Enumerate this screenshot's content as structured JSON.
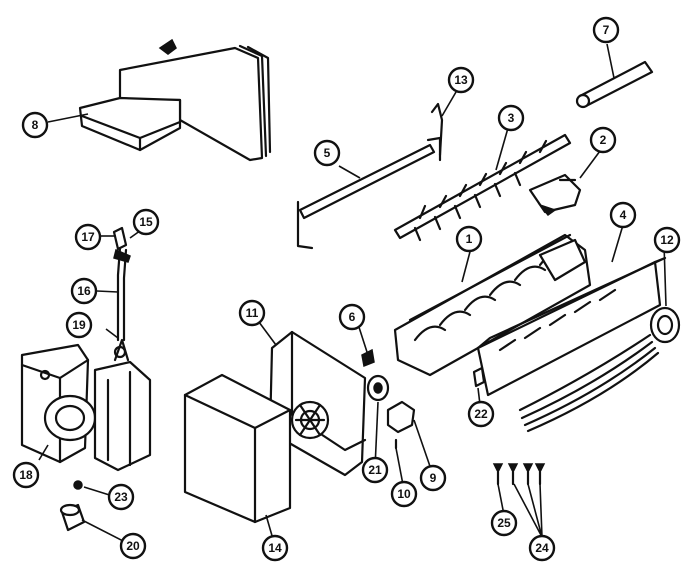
{
  "callouts": [
    {
      "id": "c8",
      "label": "8"
    },
    {
      "id": "c7",
      "label": "7"
    },
    {
      "id": "c13",
      "label": "13"
    },
    {
      "id": "c5",
      "label": "5"
    },
    {
      "id": "c3",
      "label": "3"
    },
    {
      "id": "c2",
      "label": "2"
    },
    {
      "id": "c17",
      "label": "17"
    },
    {
      "id": "c15",
      "label": "15"
    },
    {
      "id": "c1",
      "label": "1"
    },
    {
      "id": "c4",
      "label": "4"
    },
    {
      "id": "c12",
      "label": "12"
    },
    {
      "id": "c16",
      "label": "16"
    },
    {
      "id": "c11",
      "label": "11"
    },
    {
      "id": "c6",
      "label": "6"
    },
    {
      "id": "c19",
      "label": "19"
    },
    {
      "id": "c22",
      "label": "22"
    },
    {
      "id": "c18",
      "label": "18"
    },
    {
      "id": "c21",
      "label": "21"
    },
    {
      "id": "c9",
      "label": "9"
    },
    {
      "id": "c10",
      "label": "10"
    },
    {
      "id": "c23",
      "label": "23"
    },
    {
      "id": "c25",
      "label": "25"
    },
    {
      "id": "c24",
      "label": "24"
    },
    {
      "id": "c14",
      "label": "14"
    },
    {
      "id": "c20",
      "label": "20"
    }
  ]
}
